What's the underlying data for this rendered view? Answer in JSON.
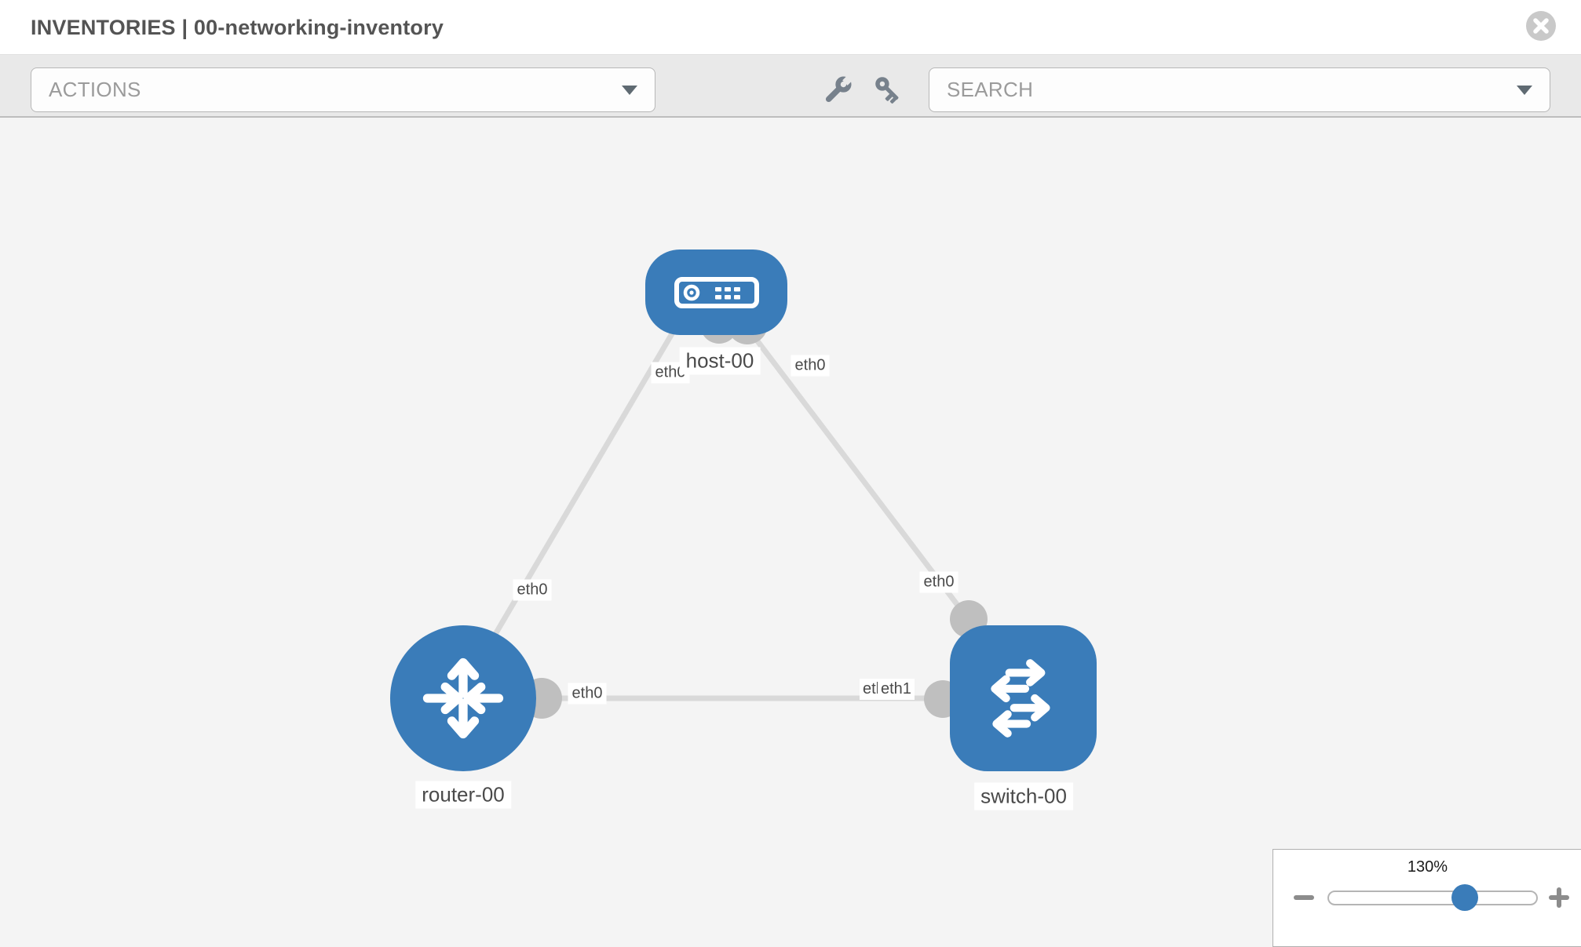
{
  "header": {
    "title": "INVENTORIES | 00-networking-inventory"
  },
  "toolbar": {
    "actions_label": "ACTIONS",
    "search_label": "SEARCH",
    "icons": [
      "wrench-icon",
      "key-icon"
    ]
  },
  "topology": {
    "nodes": [
      {
        "id": "host-00",
        "label": "host-00",
        "type": "host",
        "shape": "rounded-rect",
        "icon": "host-icon"
      },
      {
        "id": "router-00",
        "label": "router-00",
        "type": "router",
        "shape": "circle",
        "icon": "router-icon"
      },
      {
        "id": "switch-00",
        "label": "switch-00",
        "type": "switch",
        "shape": "rounded-square",
        "icon": "switch-icon"
      }
    ],
    "links": [
      {
        "from": "host-00",
        "to": "router-00"
      },
      {
        "from": "host-00",
        "to": "switch-00"
      },
      {
        "from": "router-00",
        "to": "switch-00"
      }
    ],
    "ports": {
      "host_router_host_side": "eth0",
      "host_router_router_side": "eth0",
      "host_switch_host_side": "eth0",
      "host_switch_switch_side": "eth0",
      "router_switch_router_side": "eth0",
      "router_switch_switch_side_back": "eth0",
      "router_switch_switch_side_front": "eth1"
    }
  },
  "zoom_control": {
    "level": "130%",
    "minus_icon": "minus",
    "plus_icon": "plus"
  },
  "colors": {
    "node_blue": "#3a7cb9",
    "link_gray": "#d9d9d9",
    "connector_gray": "#bfbfbf",
    "toolbar_gray": "#e9e9e9",
    "canvas_gray": "#f4f4f4"
  }
}
